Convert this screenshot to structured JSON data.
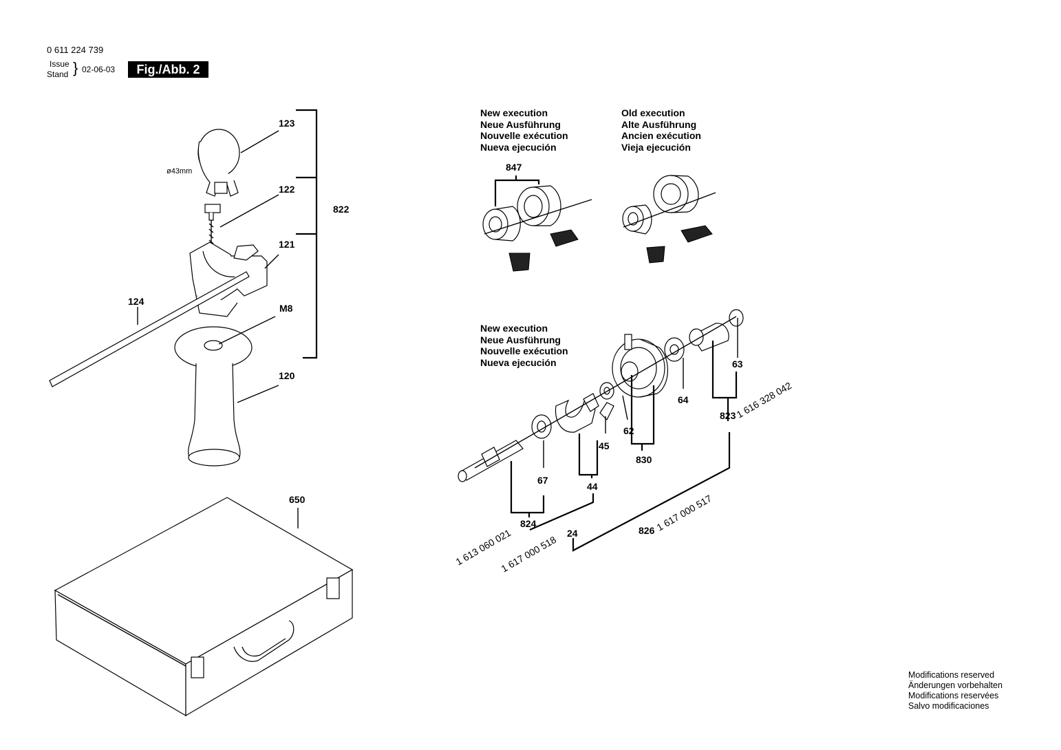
{
  "header": {
    "part_number": "0 611 224 739",
    "issue_label": "Issue",
    "stand_label": "Stand",
    "date": "02-06-03",
    "figure": "Fig./Abb. 2"
  },
  "execution_blocks": [
    {
      "lines": [
        "New execution",
        "Neue Ausführung",
        "Nouvelle exécution",
        "Nueva ejecución"
      ]
    },
    {
      "lines": [
        "Old execution",
        "Alte Ausführung",
        "Ancien exécution",
        "Vieja ejecución"
      ]
    },
    {
      "lines": [
        "New execution",
        "Neue Ausführung",
        "Nouvelle exécution",
        "Nueva ejecución"
      ]
    }
  ],
  "callouts": {
    "c123": "123",
    "c122": "122",
    "c121": "121",
    "c124": "124",
    "cM8": "M8",
    "c120": "120",
    "c822": "822",
    "cdia": "ø43mm",
    "c650": "650",
    "c847": "847",
    "c63": "63",
    "c64": "64",
    "c62": "62",
    "c830": "830",
    "c45": "45",
    "c44": "44",
    "c67": "67",
    "c824": "824",
    "c24": "24",
    "c826": "826",
    "c823": "823"
  },
  "part_numbers": {
    "p824": "1 613 060 021",
    "p24": "1 617 000 518",
    "p826": "1 617 000 517",
    "p823": "1 616 328 042"
  },
  "notice": {
    "lines": [
      "Modifications reserved",
      "Änderungen vorbehalten",
      "Modifications reservées",
      "Salvo modificaciones"
    ]
  }
}
